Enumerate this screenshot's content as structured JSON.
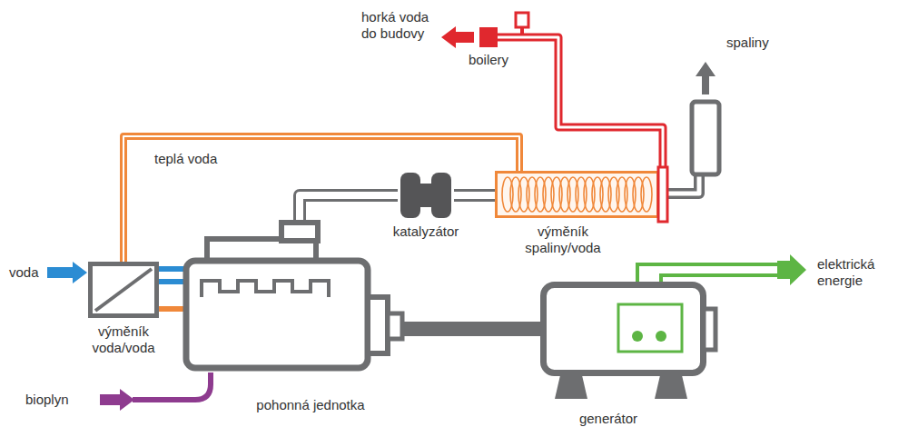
{
  "diagram": {
    "nodes": [
      {
        "text": [
          "výměník voda/voda"
        ]
      },
      {
        "text": [
          "pohonná jednotka"
        ]
      },
      {
        "text": [
          "katalyzátor"
        ]
      },
      {
        "text": [
          "výměník spaliny/voda"
        ]
      },
      {
        "text": [
          "generátor"
        ]
      },
      {
        "text": [
          "boilery"
        ]
      }
    ],
    "edges": [
      {
        "from": 0,
        "to": 3,
        "arrow": "none",
        "label": "teplá voda"
      },
      {
        "from": 1,
        "to": 0,
        "arrow": "none"
      },
      {
        "from": 1,
        "to": 2,
        "arrow": "none"
      },
      {
        "from": 2,
        "to": 3,
        "arrow": "none"
      },
      {
        "from": 3,
        "to": 5,
        "arrow": "none"
      },
      {
        "from": 1,
        "to": 4,
        "arrow": "none"
      }
    ],
    "labels": [
      "horká voda do budovy",
      "spaliny",
      "voda",
      "bioplyn",
      "elektrická energie"
    ]
  }
}
